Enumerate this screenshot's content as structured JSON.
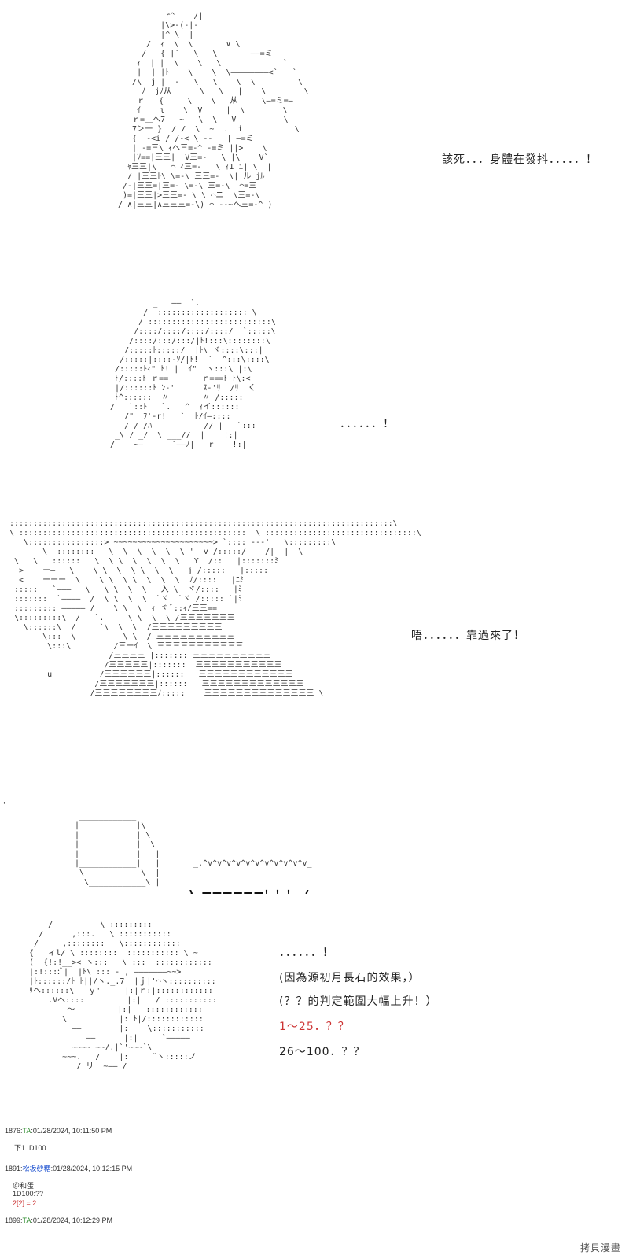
{
  "scene1": {
    "dialogue": "該死．．．身體在發抖．．．．．！",
    "art": "          r^    /|\n         |\\>-(-|-\n         |^ \\  |\n      /  ｨ  \\  \\       ∨ \\\n     /   { |`   \\   \\       ——=ミ\n    ｨ  | |  \\    \\   \\             `\n    |  | |ﾄ    \\    \\  \\————————<`   `\n   /\\  j |  -   \\   \\    \\  \\         \\\n     ﾉ  jﾉ从      \\   \\   |    \\        \\\n    ｒ   {     \\    \\   从     \\—=ミ=—\n    ｲ    ι    \\  V     |  \\        \\\n   ｒ=＿へ7   ~   \\  \\   V          \\\n   7＞一 }  / /  \\  ~  .  i|          \\\n   {  -<i / /-< \\ --   ||—=ミ\n   | -=三\\ ｨヘ三=-^ -=ミ ||>    \\\n   |ｿ==|三三|  V三=-   \\ |\\    V`\n  ｬ三三|\\   ⌒ ｨ三=-   \\ ｨ1 i| \\  |\n  / |三三ﾄ\\ \\=-\\ 三三=-  \\| ル jﾙ\n /-|三三=|三=- \\=-\\ 三=-\\  ⌒=三\n )=|三三|>三三=- \\ \\ ⌒ニ  \\三=-\\\n/ ∧|三三|∧三三三=-\\) ⌒ --~ヘ三=-^ )"
  },
  "scene2": {
    "dialogue": "．．．．．．！",
    "art": "           _   ——  `.\n         /  ::::::::::::::::::: \\\n        / ::::::::::::::::::::::::::\\\n       /::::/::::/::::/::::/  `:::::\\\n      /::::/:::/:::/|ﾄ!:::\\::::::::\\\n     /:::::ﾄ:::::/  |ﾄ\\ ヾ::::\\:::|\n    /:::::|::::-ｿ/|ﾄ!  `  ^:::\\::::\\\n   /:::::ﾄｨ\" ﾄ! |  ｲ\"  ヽ:::\\ |:\\\n   ﾄ/::::ﾄ ｒ==       ｒ===ﾄ ﾄ\\:<\n   |/::::::ﾄ ﾝ-'      ｽ-'ﾘ  /ﾘ  く\n   ﾄ^::::::  〃       〃 /:::::\n  /   `::ﾄ   `.   ^  ｨイ::::::\n     /\"  ﾌ'-r!   `  ﾄ/ｲ—::::\n     / / /ﾊ           // |   `:::\n   _\\ / _/  \\ ___//  |    !:|\n  /    ~—      `——ﾉ|   r    !:|"
  },
  "scene3": {
    "dialogue": "唔．．．．．．靠過來了！",
    "art": ":::::::::::::::::::::::::::::::::::::::::::::::::::::::::::::::::::::::::::::::::\\\n\\ ::::::::::::::::::::::::::::::::::::::::::::::::  \\ ::::::::::::::::::::::::::::::::\\\n   \\::::::::::::::::> ~~~~~~~~~~~~~~~~~~~~~> `:::: ---'   \\:::::::::\\\n       \\  ::::::::   \\  \\  \\  \\  \\  \\ '  v /:::::/    /|  |  \\\n \\   \\   ::::::   \\  \\ \\  \\  \\  \\  \\   Y  /::   |:::::::ﾐ\n  >    ー—   \\    \\ \\  \\  \\ \\  \\  \\   j /:::::   |:::::\n  <    ーーー  \\    \\ \\  \\ \\  \\  \\  \\  ﾉ/::::   |ﾆﾐ\n :::::   `———   \\   \\ \\  \\  \\   入 \\  ヾ/::::   |ﾐ\n :::::::  `————  /  \\ \\  \\  \\  `ヾ  `ヾ /::::: `|ﾐ\n ::::::::: ————— /    \\ \\  \\  ｨ ヾ ﾞ::ｨ/三三==\n \\:::::::::\\  /   `.     \\ \\  \\  \\ /三三三三三三三\n   \\::::::\\  /     `\\  \\  \\  /三三三三三三三三三\n       \\:::  \\      ___ \\ \\  / 三三三三三三三三三三\n        \\:::\\         /三ーｲ  \\ 三三三三三三三三三三三\n                     /三三三三 |::::::: 三三三三三三三三三三\n                    /三三三三三|:::::::  三三三三三三三三三三三\n        u          /三三三三三三|::::::   三三三三三三三三三三三三\n                  /三三三三三三三|::::::   三三三三三三三三三三三三三\n                 /三三三三三三三三ﾉ:::::    三三三三三三三三三三三三三三 \\"
  },
  "scene4": {
    "box_art": " ____________\n|            |\\\n|            | \\\n|            |  \\\n|            |   |\n|____________|   |\n \\            \\  |\n  \\____________\\ |",
    "burst_top": " _,^v^v^v^v^v^v^v^v^v^v^v_",
    "burst_line": ")  ■■■■■■！！！  (",
    "burst_bottom": " ⌒⌒⌒⌒⌒⌒⌒⌒⌒⌒⌒⌒⌒"
  },
  "scene5": {
    "line1": "．．．．．．！",
    "line2": "(因為源初月長石的效果，）",
    "line3": "(？？的判定範圍大幅上升！）",
    "line4": "1～25．？？",
    "line5": "26～100．？？",
    "art": "      /          \\ :::::::::\n    /      ,:::.   \\ :::::::::::\n   /     ,::::::::   \\::::::::::::\n  {   ィl/ \\ ::::::::  ::::::::::: \\ ~\n  (  {!:!__>< ヽ:::   \\ :::  ::::::::::::\n  |:!::::ﾞ|  |ﾄ\\ ::: ‐ , ———————~~>\n  |ﾄ::::::/ﾄ ﾄ||/ヽ._.7  |ｊ|'⌒ヽ::::::::::\n  ﾘヘ::::::\\   ｙ'     |:|ｒ:|::::::::::::\n      .Vヘ::::         |:|  |/ :::::::::::\n          ～         |:||  ::::::::::::\n         \\           |:|ﾄ|/::::::::::::\n           ——        |:|   \\:::::::::::\n              ——      |:|     `—————\n           ~~~~ ~~/.|`'~~~`\\\n         ~~~.   /    |:|    ¨ヽ:::::ノ\n            / リ  ~—— / "
  },
  "posts": [
    {
      "num": "1876",
      "name": "TA",
      "date": ":01/28/2024, 10:11:50 PM",
      "body": "下1. D100"
    },
    {
      "num": "1891",
      "name": "松坂砂糖",
      "date": ":01/28/2024, 10:12:15 PM",
      "body1": "＠和蛋",
      "body2": "1D100:??",
      "body3": "2[2] = 2"
    },
    {
      "num": "1899",
      "name": "TA",
      "date": ":01/28/2024, 10:12:29 PM"
    }
  ],
  "watermark": "拷貝漫畫"
}
